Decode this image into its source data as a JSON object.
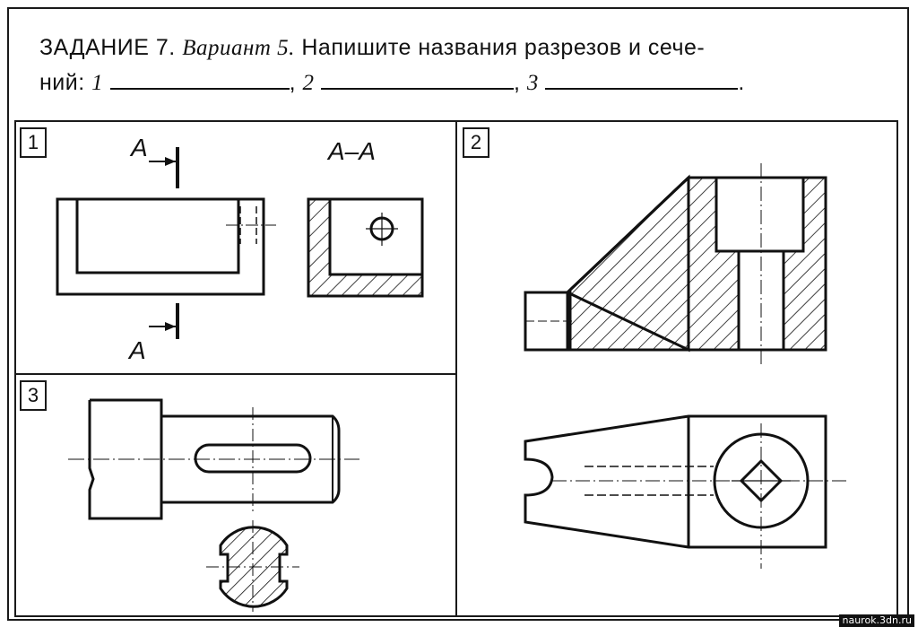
{
  "task": {
    "heading": "ЗАДАНИЕ",
    "number": "7.",
    "variant": "Вариант 5.",
    "instruction_line1": "Напишите названия разрезов и сече-",
    "instruction_line2_start": "ний:",
    "blank1_label": "1",
    "blank2_label": "2",
    "blank3_label": "3",
    "comma": ",",
    "period": "."
  },
  "panels": [
    {
      "label": "1"
    },
    {
      "label": "2"
    },
    {
      "label": "3"
    }
  ],
  "annotations": {
    "cut_letter_top": "A",
    "cut_letter_bottom": "A",
    "section_title": "A–A"
  },
  "watermark": "naurok.3dn.ru"
}
